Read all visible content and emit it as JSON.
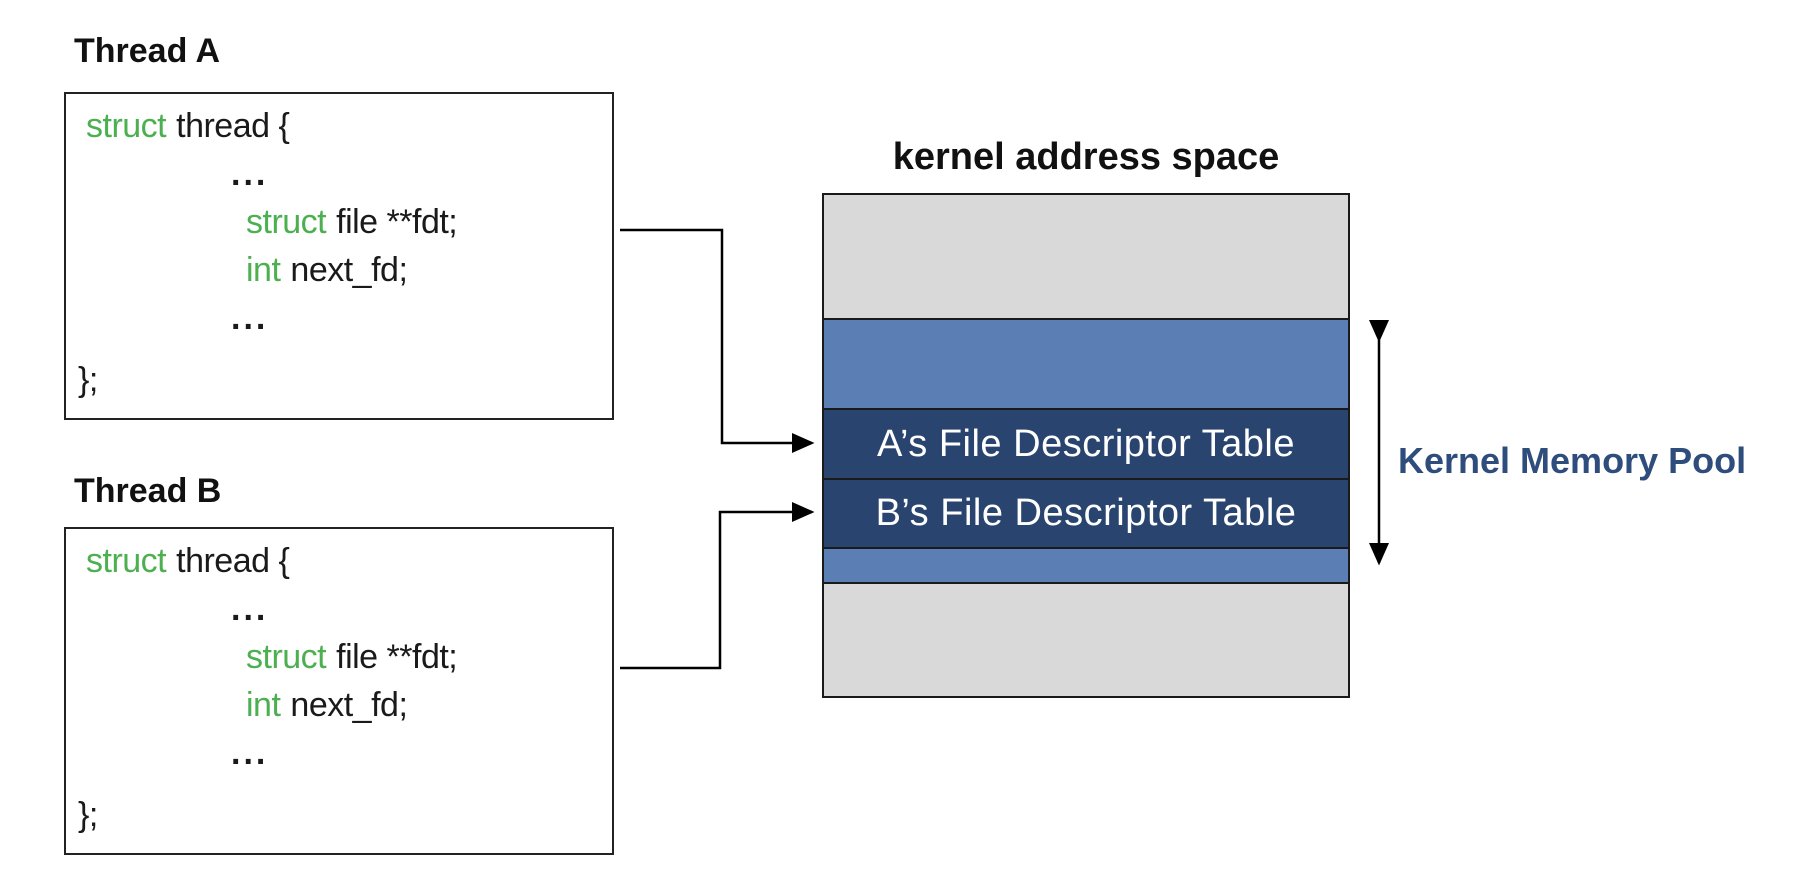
{
  "colors": {
    "keyword_green": "#4caf50",
    "free_block_gray": "#d9d9d9",
    "pool_block_blue": "#5b7fb5",
    "fdt_block_navy": "#2a4470",
    "fdt_text_white": "#ffffff",
    "pool_label_blue": "#2e4d7c"
  },
  "threads": [
    {
      "label": "Thread A",
      "code": {
        "kw_struct": "struct",
        "struct_decl": "thread {",
        "dots_1": "...",
        "kw_struct_file": "struct",
        "fdt_decl": "file **fdt;",
        "kw_int": "int",
        "next_fd_decl": "next_fd;",
        "dots_2": "...",
        "close": "};"
      }
    },
    {
      "label": "Thread B",
      "code": {
        "kw_struct": "struct",
        "struct_decl": "thread {",
        "dots_1": "...",
        "kw_struct_file": "struct",
        "fdt_decl": "file **fdt;",
        "kw_int": "int",
        "next_fd_decl": "next_fd;",
        "dots_2": "...",
        "close": "};"
      }
    }
  ],
  "kernel": {
    "title": "kernel address space",
    "fdt_a_label": "A’s File Descriptor Table",
    "fdt_b_label": "B’s File Descriptor Table"
  },
  "memory_pool": {
    "label": "Kernel Memory Pool"
  }
}
